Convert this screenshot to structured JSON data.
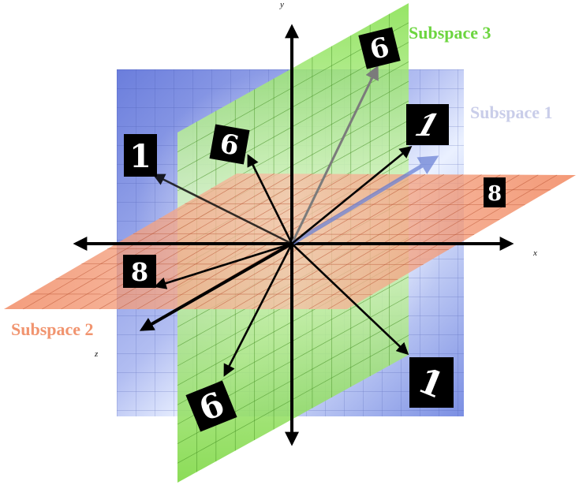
{
  "axes": {
    "x": "x",
    "y": "y",
    "z": "z"
  },
  "subspaces": [
    {
      "label": "Subspace 1",
      "color": "#c9cde9",
      "plane_color": "#6f7fd8"
    },
    {
      "label": "Subspace 2",
      "color": "#f1946f",
      "plane_color": "#f08a6a"
    },
    {
      "label": "Subspace 3",
      "color": "#6cd53f",
      "plane_color": "#7ee04a"
    }
  ],
  "digits": [
    "6",
    "1",
    "1",
    "6",
    "8",
    "8",
    "6",
    "1"
  ],
  "colors": {
    "axis": "#000000",
    "tile": "#000000",
    "glyph": "#ffffff",
    "faint_arrow": "#5a6fd0"
  }
}
